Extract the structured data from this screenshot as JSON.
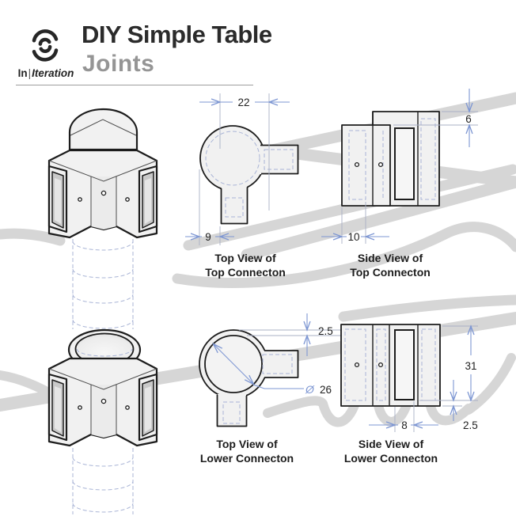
{
  "header": {
    "brand": {
      "part1": "In",
      "separator": "|",
      "part2": "Iteration"
    },
    "title": "DIY Simple Table",
    "subtitle": "Joints"
  },
  "views": {
    "top_view_top": {
      "label1": "Top View of",
      "label2": "Top Connecton",
      "dim_width": "22",
      "dim_offset": "9"
    },
    "side_view_top": {
      "label1": "Side View of",
      "label2": "Top Connecton",
      "dim_cap_height": "6",
      "dim_offset": "10"
    },
    "top_view_lower": {
      "label1": "Top View of",
      "label2": "Lower Connecton",
      "dim_wall": "2.5",
      "dim_diameter_symbol": "Ø",
      "dim_diameter": "26"
    },
    "side_view_lower": {
      "label1": "Side View of",
      "label2": "Lower Connecton",
      "dim_height": "31",
      "dim_slot_width": "8",
      "dim_base_wall": "2.5"
    }
  },
  "colors": {
    "ink": "#1c1c1c",
    "part_fill": "#f1f1f1",
    "slot_fill": "#f6f6f6",
    "socket_dark": "#c9c9c9",
    "socket_mid": "#e6e6e6",
    "hidden_line": "#a9b4d6",
    "ext_line": "#a9b0c6",
    "dim_line": "#7e97d3",
    "dim_text": "#1f1f1f",
    "label": "#1c1c1c",
    "subtitle": "#959595",
    "scribble": "#d6d6d6",
    "rule": "#9e9e9e",
    "title": "#2b2b2b",
    "bg": "#ffffff"
  }
}
